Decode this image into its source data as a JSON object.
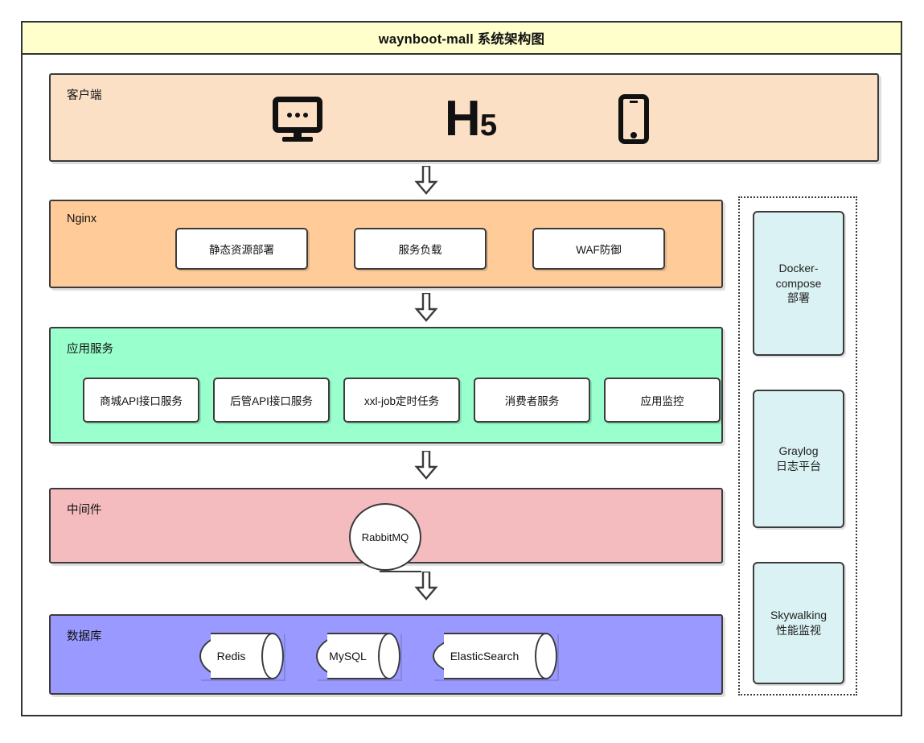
{
  "diagram": {
    "title": "waynboot-mall 系统架构图",
    "colors": {
      "title_band": "#FFFFCC",
      "client": "#FBE0C6",
      "nginx": "#FFCC99",
      "app": "#99FFCC",
      "middleware": "#F4BCBE",
      "database": "#9999FF",
      "ops_box": "#DAF2F3",
      "stroke": "#3B3B3B"
    }
  },
  "layers": {
    "client": {
      "label": "客户端",
      "icons": [
        {
          "name": "desktop-monitor-icon",
          "label": ""
        },
        {
          "name": "h5-label",
          "label": "H",
          "sub": "5"
        },
        {
          "name": "mobile-phone-icon",
          "label": ""
        }
      ]
    },
    "nginx": {
      "label": "Nginx",
      "nodes": [
        {
          "label": "静态资源部署"
        },
        {
          "label": "服务负载"
        },
        {
          "label": "WAF防御"
        }
      ]
    },
    "app": {
      "label": "应用服务",
      "nodes": [
        {
          "label": "商城API接口服务"
        },
        {
          "label": "后管API接口服务"
        },
        {
          "label": "xxl-job定时任务"
        },
        {
          "label": "消费者服务"
        },
        {
          "label": "应用监控"
        }
      ]
    },
    "middleware": {
      "label": "中间件",
      "nodes": [
        {
          "label": "RabbitMQ"
        }
      ]
    },
    "database": {
      "label": "数据库",
      "nodes": [
        {
          "label": "Redis"
        },
        {
          "label": "MySQL"
        },
        {
          "label": "ElasticSearch"
        }
      ]
    }
  },
  "ops": {
    "boxes": [
      {
        "line1": "Docker-",
        "line2": "compose",
        "line3": "部署"
      },
      {
        "line1": "Graylog",
        "line2": "日志平台",
        "line3": ""
      },
      {
        "line1": "Skywalking",
        "line2": "性能监视",
        "line3": ""
      }
    ]
  },
  "connectors": [
    {
      "name": "arrow-client-to-nginx"
    },
    {
      "name": "arrow-nginx-to-app"
    },
    {
      "name": "arrow-app-to-middleware"
    },
    {
      "name": "arrow-middleware-to-database"
    }
  ]
}
